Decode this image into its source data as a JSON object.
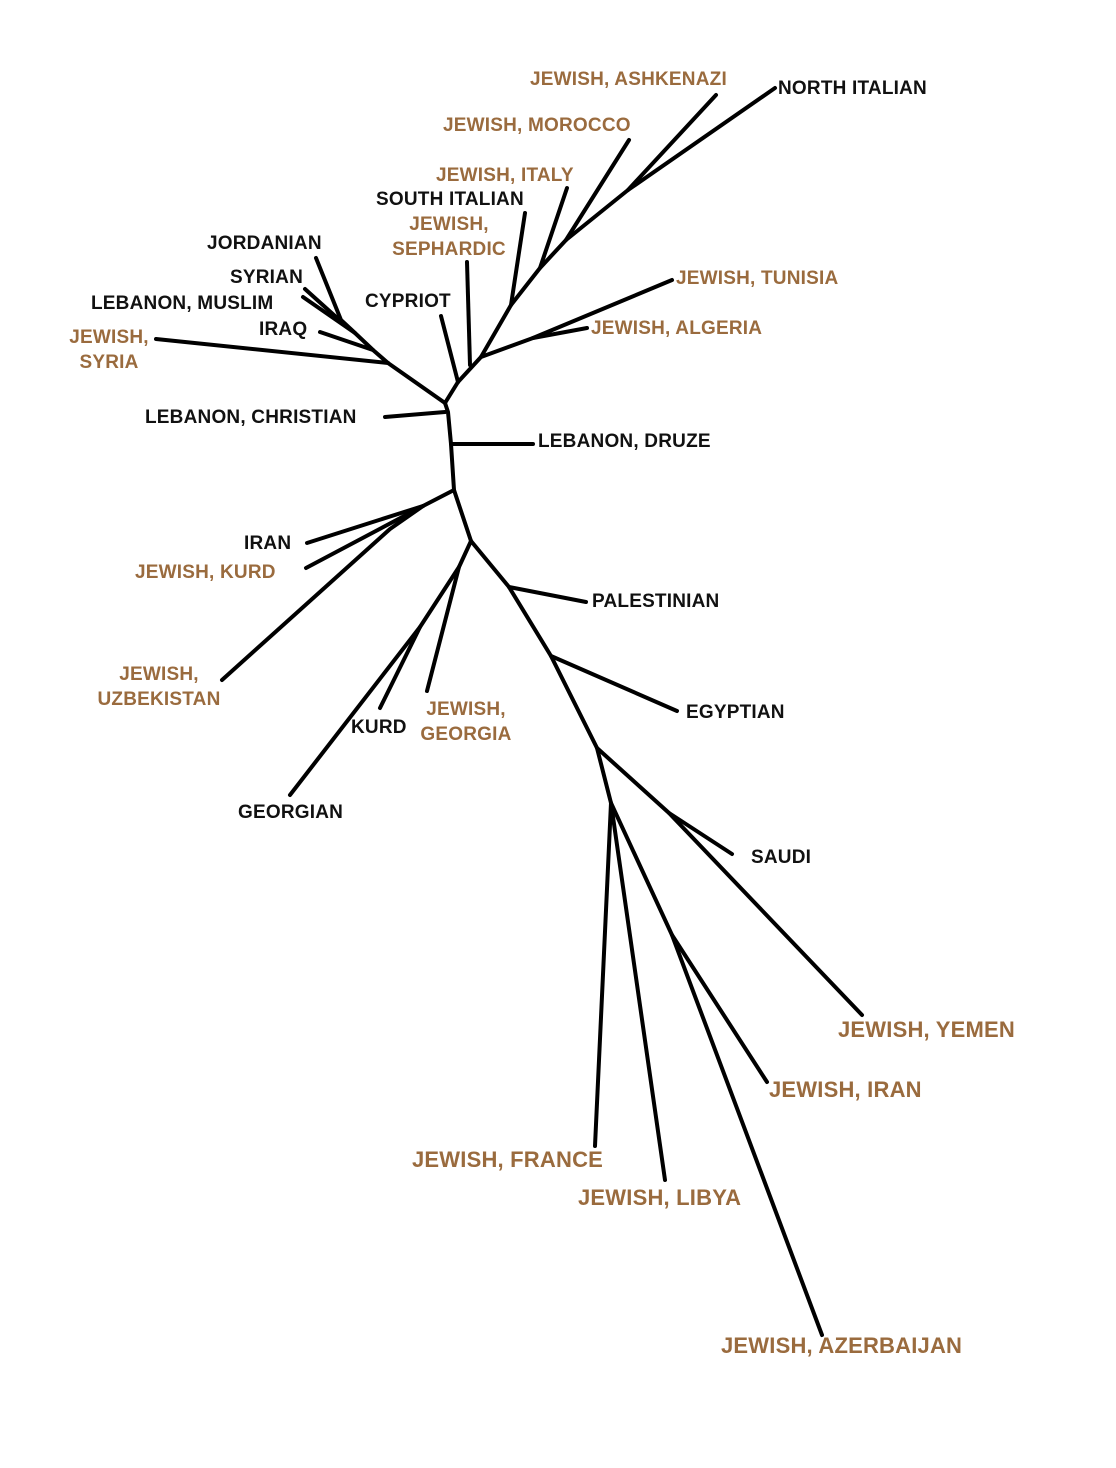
{
  "diagram": {
    "type": "unrooted-phylogenetic-tree",
    "colors": {
      "non_jewish": "#111111",
      "jewish": "#9a6b3e",
      "branch": "#000000",
      "background": "#ffffff"
    },
    "labels": {
      "north_italian": "NORTH ITALIAN",
      "jewish_ashkenazi": "JEWISH, ASHKENAZI",
      "jewish_morocco": "JEWISH, MOROCCO",
      "jewish_italy": "JEWISH, ITALY",
      "south_italian": "SOUTH ITALIAN",
      "jewish_sephardic_1": "JEWISH,",
      "jewish_sephardic_2": "SEPHARDIC",
      "jewish_tunisia": "JEWISH, TUNISIA",
      "jewish_algeria": "JEWISH, ALGERIA",
      "cypriot": "CYPRIOT",
      "jordanian": "JORDANIAN",
      "syrian": "SYRIAN",
      "lebanon_muslim": "LEBANON, MUSLIM",
      "iraq": "IRAQ",
      "jewish_syria_1": "JEWISH,",
      "jewish_syria_2": "SYRIA",
      "lebanon_christian": "LEBANON, CHRISTIAN",
      "lebanon_druze": "LEBANON, DRUZE",
      "iran": "IRAN",
      "jewish_kurd": "JEWISH, KURD",
      "jewish_uzbekistan_1": "JEWISH,",
      "jewish_uzbekistan_2": "UZBEKISTAN",
      "kurd": "KURD",
      "jewish_georgia_1": "JEWISH,",
      "jewish_georgia_2": "GEORGIA",
      "georgian": "GEORGIAN",
      "palestinian": "PALESTINIAN",
      "egyptian": "EGYPTIAN",
      "saudi": "SAUDI",
      "jewish_yemen": "JEWISH, YEMEN",
      "jewish_iran": "JEWISH, IRAN",
      "jewish_france": "JEWISH, FRANCE",
      "jewish_libya": "JEWISH, LIBYA",
      "jewish_azerbaijan": "JEWISH, AZERBAIJAN"
    }
  }
}
